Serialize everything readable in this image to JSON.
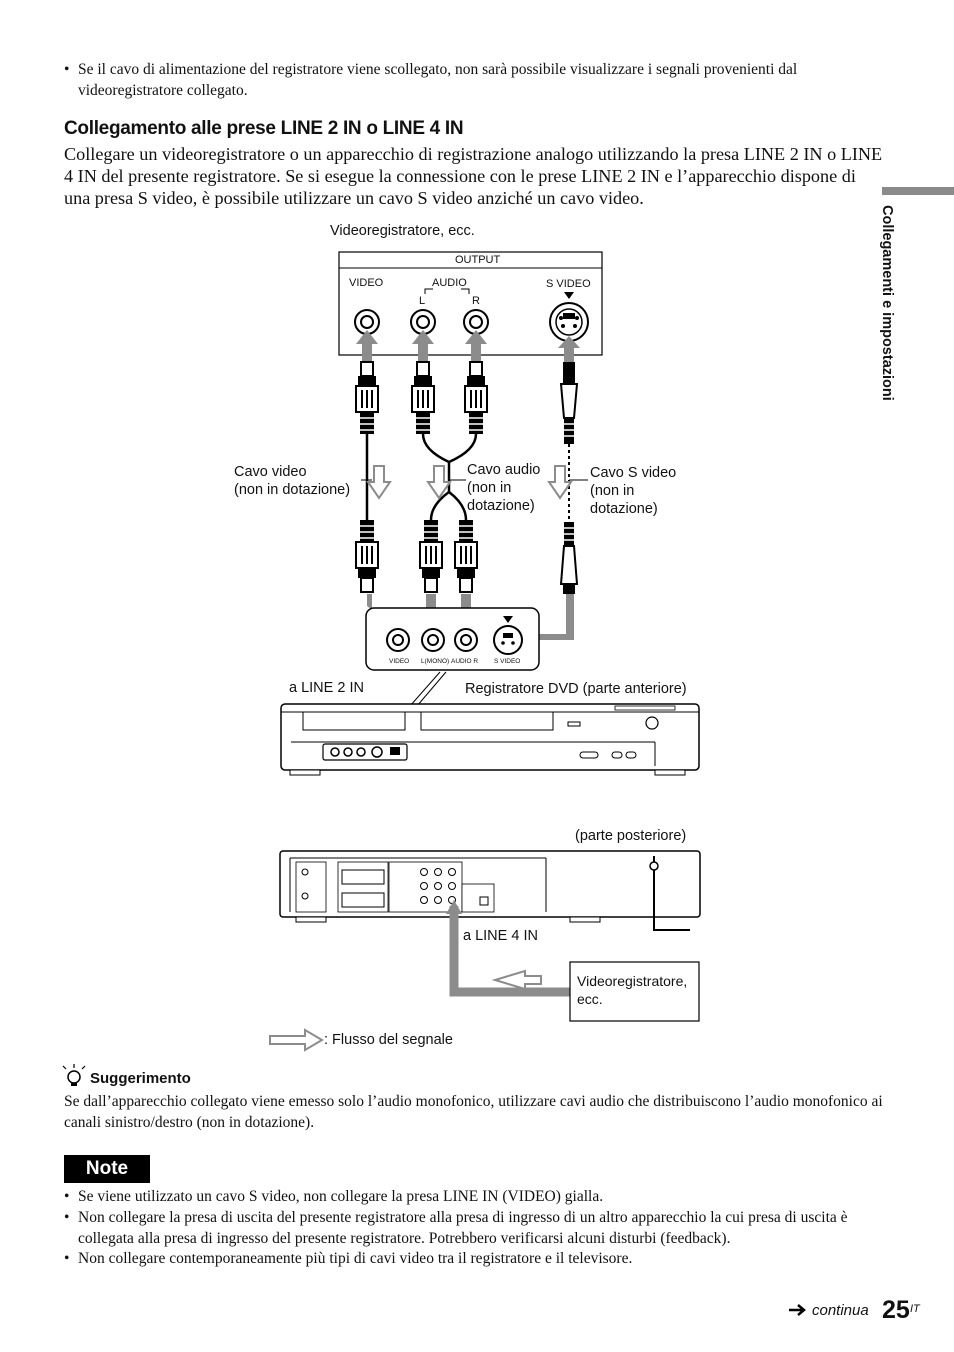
{
  "top_note": "Se il cavo di alimentazione del registratore viene scollegato, non sarà possibile visualizzare i segnali provenienti dal videoregistratore collegato.",
  "section_title": "Collegamento alle prese LINE 2 IN o LINE 4 IN",
  "intro": "Collegare un videoregistratore o un apparecchio di registrazione analogo utilizzando la presa LINE 2 IN o LINE 4 IN del presente registratore. Se si esegue la connessione con le prese LINE 2 IN e l’apparecchio dispone di una presa S video, è possibile utilizzare un cavo S video anziché un cavo video.",
  "side_tab_label": "Collegamenti e impostazioni",
  "diagram": {
    "vcr_top_label": "Videoregistratore, ecc.",
    "output_panel": {
      "title": "OUTPUT",
      "video": "VIDEO",
      "audio": "AUDIO",
      "l": "L",
      "r": "R",
      "s_video": "S VIDEO"
    },
    "cable_video": [
      "Cavo video",
      "(non in dotazione)"
    ],
    "cable_audio": [
      "Cavo audio",
      "(non in",
      "dotazione)"
    ],
    "cable_svideo": [
      "Cavo S video",
      "(non in",
      "dotazione)"
    ],
    "front_jacks": {
      "video": "VIDEO",
      "l_mono": "L(MONO)",
      "audio_r": "AUDIO R",
      "s_video": "S VIDEO"
    },
    "line2_label": "a LINE 2 IN",
    "recorder_front_label": "Registratore DVD (parte anteriore)",
    "rear_label": "(parte posteriore)",
    "line4_label": "a LINE 4 IN",
    "vcr_bottom_label": [
      "Videoregistratore,",
      "ecc."
    ],
    "signal_flow_label": ": Flusso del segnale"
  },
  "tip": {
    "title": "Suggerimento",
    "body": "Se dall’apparecchio collegato viene emesso solo l’audio monofonico, utilizzare cavi audio che distribuiscono l’audio monofonico ai canali sinistro/destro (non in dotazione)."
  },
  "note": {
    "label": "Note",
    "items": [
      "Se viene utilizzato un cavo S video, non collegare la presa LINE IN (VIDEO) gialla.",
      "Non collegare la presa di uscita del presente registratore alla presa di ingresso di un altro apparecchio la cui presa di uscita è collegata alla presa di ingresso del presente registratore. Potrebbero verificarsi alcuni disturbi (feedback).",
      "Non collegare contemporaneamente più tipi di cavi video tra il registratore e il televisore."
    ]
  },
  "footer": {
    "continua": "continua",
    "page_number": "25",
    "lang": "IT"
  }
}
